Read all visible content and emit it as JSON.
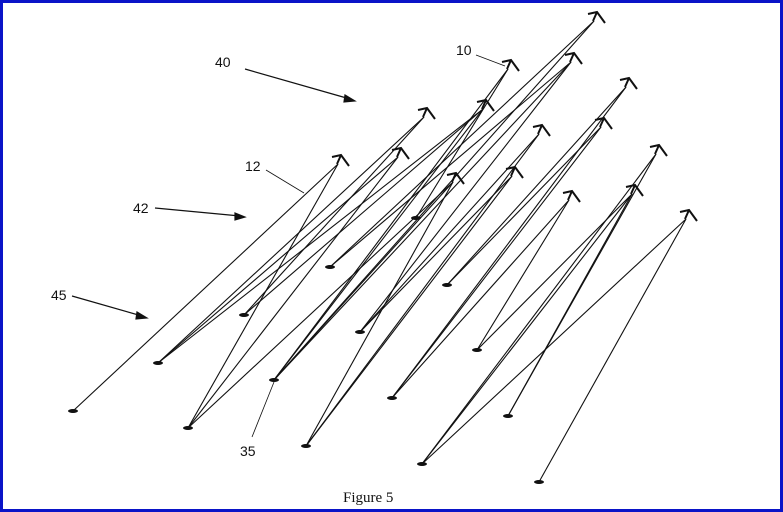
{
  "figure": {
    "caption": "Figure 5",
    "reference_labels": {
      "heliostat": "10",
      "reflected_ray": "12",
      "receiver": "35",
      "field_40": "40",
      "field_42": "42",
      "field_45": "45"
    }
  },
  "colors": {
    "frame": "#0a14c8",
    "ink": "#111111"
  }
}
